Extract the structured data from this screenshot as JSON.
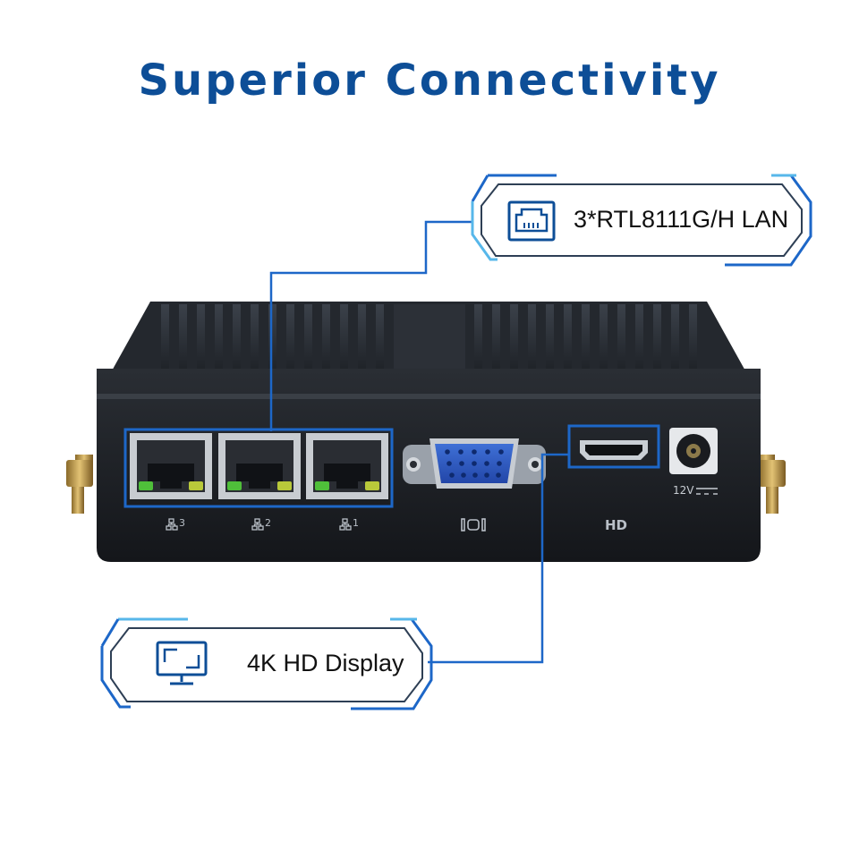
{
  "headline": "Superior Connectivity",
  "callouts": {
    "lan": {
      "text": "3*RTL8111G/H LAN",
      "icon": "ethernet-port-icon"
    },
    "display": {
      "text": "4K HD Display",
      "icon": "monitor-icon"
    }
  },
  "device": {
    "lan_ports": [
      {
        "number": "3"
      },
      {
        "number": "2"
      },
      {
        "number": "1"
      }
    ],
    "hd_label": "HD",
    "dc_label": "12V"
  },
  "colors": {
    "headline": "#0d4e97",
    "accent_dark": "#1d67c8",
    "accent_light": "#57b7ea",
    "callout_border": "#2e3f55",
    "chassis": "#1c1f24"
  }
}
